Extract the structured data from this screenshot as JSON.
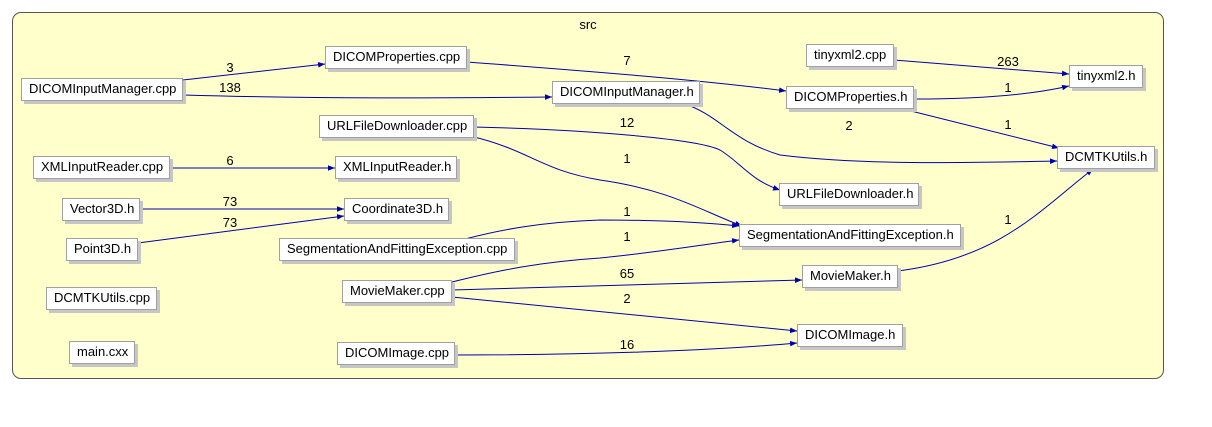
{
  "cluster": {
    "label": "src"
  },
  "nodes": [
    {
      "id": "dicominputmanager_cpp",
      "label": "DICOMInputManager.cpp"
    },
    {
      "id": "dicomproperties_cpp",
      "label": "DICOMProperties.cpp"
    },
    {
      "id": "dicominputmanager_h",
      "label": "DICOMInputManager.h"
    },
    {
      "id": "tinyxml2_cpp",
      "label": "tinyxml2.cpp"
    },
    {
      "id": "dicomproperties_h",
      "label": "DICOMProperties.h"
    },
    {
      "id": "tinyxml2_h",
      "label": "tinyxml2.h"
    },
    {
      "id": "urlfiledownloader_cpp",
      "label": "URLFileDownloader.cpp"
    },
    {
      "id": "dcmtkutils_h",
      "label": "DCMTKUtils.h"
    },
    {
      "id": "xmlinputreader_cpp",
      "label": "XMLInputReader.cpp"
    },
    {
      "id": "xmlinputreader_h",
      "label": "XMLInputReader.h"
    },
    {
      "id": "urlfiledownloader_h",
      "label": "URLFileDownloader.h"
    },
    {
      "id": "vector3d_h",
      "label": "Vector3D.h"
    },
    {
      "id": "coordinate3d_h",
      "label": "Coordinate3D.h"
    },
    {
      "id": "point3d_h",
      "label": "Point3D.h"
    },
    {
      "id": "segexc_cpp",
      "label": "SegmentationAndFittingException.cpp"
    },
    {
      "id": "segexc_h",
      "label": "SegmentationAndFittingException.h"
    },
    {
      "id": "moviemaker_cpp",
      "label": "MovieMaker.cpp"
    },
    {
      "id": "moviemaker_h",
      "label": "MovieMaker.h"
    },
    {
      "id": "dcmtkutils_cpp",
      "label": "DCMTKUtils.cpp"
    },
    {
      "id": "dicomimage_h",
      "label": "DICOMImage.h"
    },
    {
      "id": "main_cxx",
      "label": "main.cxx"
    },
    {
      "id": "dicomimage_cpp",
      "label": "DICOMImage.cpp"
    }
  ],
  "edges": [
    {
      "from": "dicominputmanager_cpp",
      "to": "dicomproperties_cpp",
      "label": "3"
    },
    {
      "from": "dicominputmanager_cpp",
      "to": "dicominputmanager_h",
      "label": "138"
    },
    {
      "from": "dicomproperties_cpp",
      "to": "dicomproperties_h",
      "label": "7"
    },
    {
      "from": "tinyxml2_cpp",
      "to": "tinyxml2_h",
      "label": "263"
    },
    {
      "from": "dicomproperties_h",
      "to": "tinyxml2_h",
      "label": "1"
    },
    {
      "from": "dicomproperties_h",
      "to": "dcmtkutils_h",
      "label": "1"
    },
    {
      "from": "dicominputmanager_h",
      "to": "dcmtkutils_h",
      "label": "2"
    },
    {
      "from": "urlfiledownloader_cpp",
      "to": "urlfiledownloader_h",
      "label": "12"
    },
    {
      "from": "urlfiledownloader_cpp",
      "to": "segexc_h",
      "label": "1"
    },
    {
      "from": "xmlinputreader_cpp",
      "to": "xmlinputreader_h",
      "label": "6"
    },
    {
      "from": "vector3d_h",
      "to": "coordinate3d_h",
      "label": "73"
    },
    {
      "from": "point3d_h",
      "to": "coordinate3d_h",
      "label": "73"
    },
    {
      "from": "segexc_cpp",
      "to": "segexc_h",
      "label": "1"
    },
    {
      "from": "moviemaker_cpp",
      "to": "segexc_h",
      "label": "1"
    },
    {
      "from": "moviemaker_cpp",
      "to": "moviemaker_h",
      "label": "65"
    },
    {
      "from": "moviemaker_cpp",
      "to": "dicomimage_h",
      "label": "2"
    },
    {
      "from": "moviemaker_h",
      "to": "dcmtkutils_h",
      "label": "1"
    },
    {
      "from": "dicomimage_cpp",
      "to": "dicomimage_h",
      "label": "16"
    }
  ]
}
